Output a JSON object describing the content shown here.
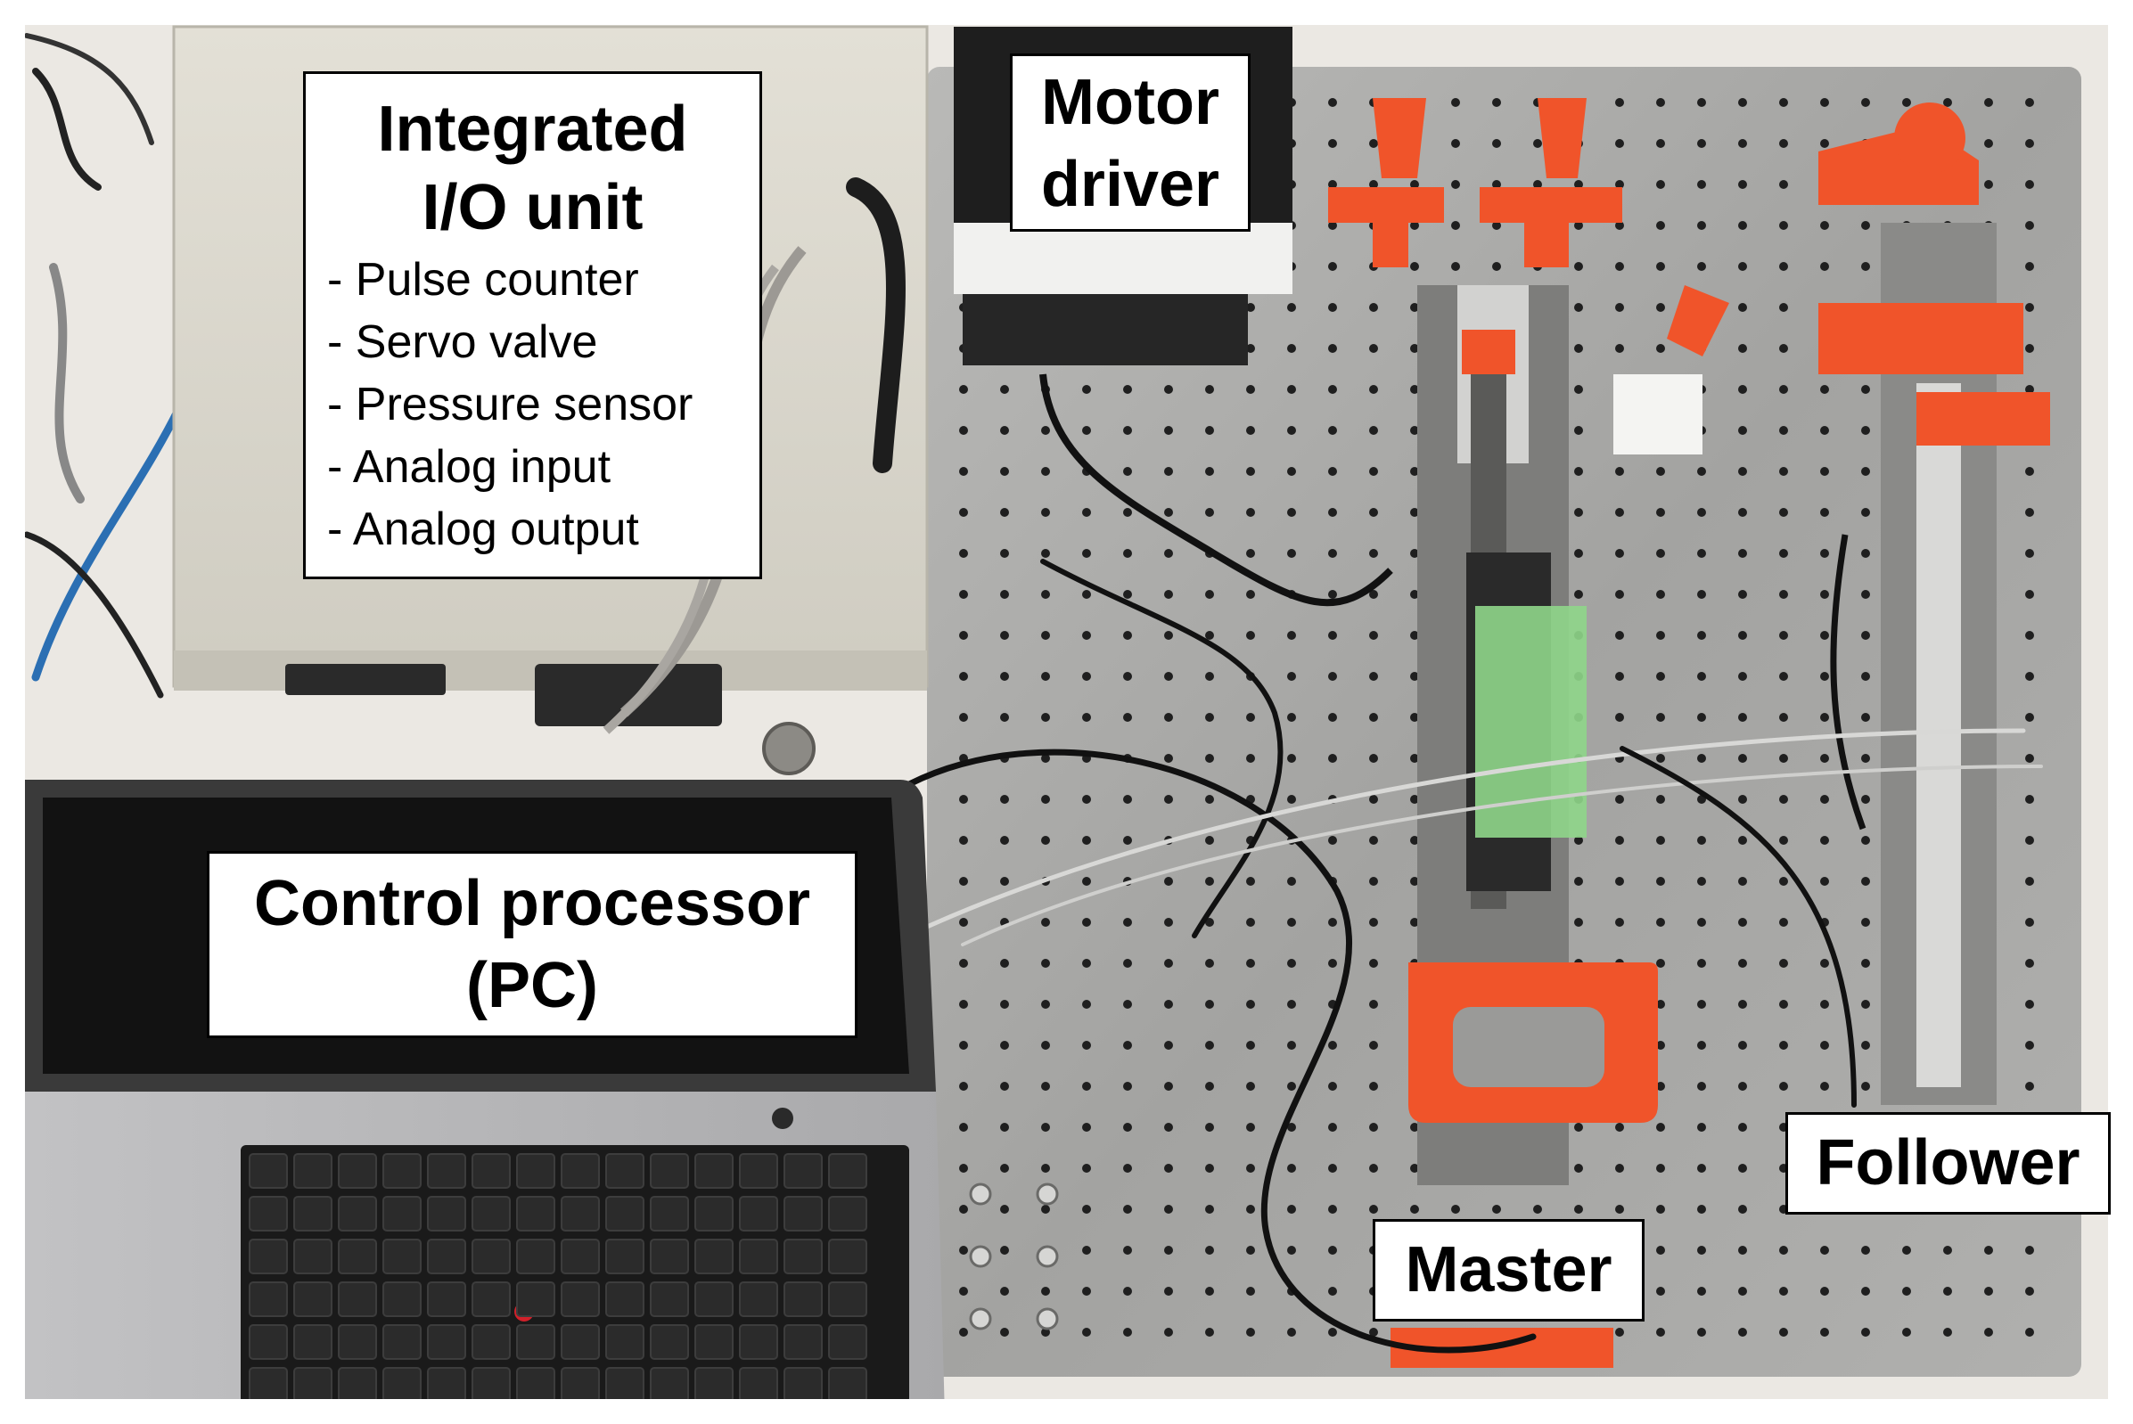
{
  "labels": {
    "io_unit": {
      "title_line1": "Integrated",
      "title_line2": "I/O unit",
      "items": [
        "- Pulse counter",
        "- Servo valve",
        "- Pressure sensor",
        "- Analog input",
        "- Analog output"
      ]
    },
    "motor_driver": {
      "line1": "Motor",
      "line2": "driver"
    },
    "control_processor": {
      "line1": "Control processor",
      "line2": "(PC)"
    },
    "master": "Master",
    "follower": "Follower"
  },
  "colors": {
    "aluminum_plate": "#a9a9a7",
    "plate_hole": "#1f1f1f",
    "orange_printed_part": "#f0542a",
    "io_box": "#dad7cc",
    "laptop_screen": "#121212",
    "laptop_body": "#b6b6b8",
    "keyboard": "#1a1a1a",
    "desk": "#eceae6",
    "green_tape": "#8fd68a"
  }
}
